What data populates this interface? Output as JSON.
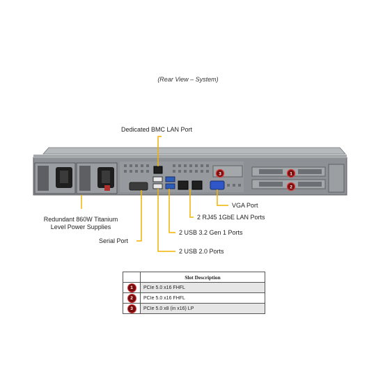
{
  "caption": "(Rear View – System)",
  "callouts": {
    "bmc": "Dedicated BMC LAN Port",
    "psu_line1": "Redundant  860W Titanium",
    "psu_line2": "Level Power Supplies",
    "serial": "Serial Port",
    "vga": "VGA Port",
    "lan": "2 RJ45 1GbE LAN Ports",
    "usb32": "2 USB 3.2 Gen 1 Ports",
    "usb20": "2 USB 2.0 Ports"
  },
  "markers": [
    "1",
    "2",
    "3"
  ],
  "colors": {
    "leader": "#f0b400",
    "badge": "#7a0e0e",
    "badge_ring": "#d43a3a",
    "chassis": "#8d9094"
  },
  "slot_table": {
    "header": "Slot Description",
    "rows": [
      {
        "num": "1",
        "desc": "PCIe 5.0 x16 FHFL"
      },
      {
        "num": "2",
        "desc": "PCIe 5.0 x16 FHFL"
      },
      {
        "num": "3",
        "desc": "PCIe 5.0 x8 (in x16) LP"
      }
    ]
  }
}
